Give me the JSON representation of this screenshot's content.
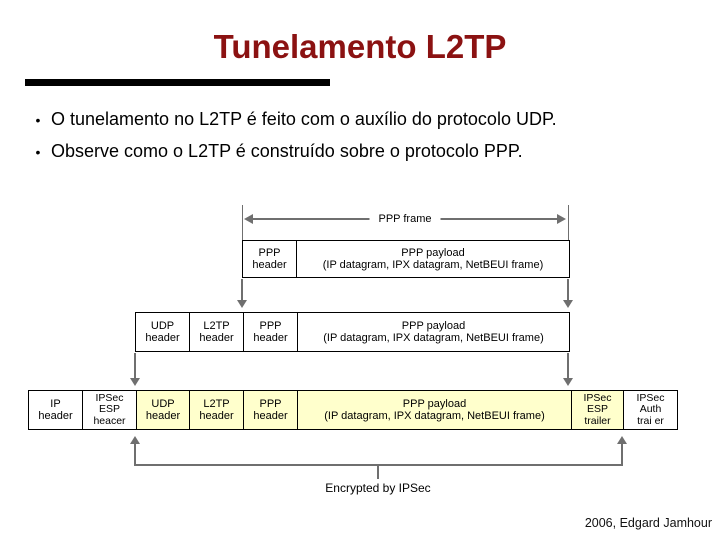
{
  "slide": {
    "title": "Tunelamento L2TP",
    "bullets": [
      "O tunelamento no L2TP é feito com o auxílio do protocolo UDP.",
      "Observe como o L2TP é construído sobre o protocolo PPP."
    ],
    "credit": "2006, Edgard Jamhour"
  },
  "diagram": {
    "frame_arrow_label": "PPP frame",
    "encrypted_label": "Encrypted by IPSec",
    "colors": {
      "title": "#8B1212",
      "highlight": "#FFFFCC",
      "arrow": "#6F6F6F",
      "box_border": "#000000"
    },
    "rows": {
      "ppp": {
        "cells": [
          {
            "lines": [
              "PPP",
              "header"
            ]
          },
          {
            "lines": [
              "PPP payload",
              "(IP datagram, IPX datagram, NetBEUI frame)"
            ]
          }
        ]
      },
      "l2tp": {
        "cells": [
          {
            "lines": [
              "UDP",
              "header"
            ]
          },
          {
            "lines": [
              "L2TP",
              "header"
            ]
          },
          {
            "lines": [
              "PPP",
              "header"
            ]
          },
          {
            "lines": [
              "PPP payload",
              "(IP datagram, IPX datagram, NetBEUI frame)"
            ]
          }
        ]
      },
      "ipsec": {
        "cells": [
          {
            "lines": [
              "IP",
              "header"
            ]
          },
          {
            "lines": [
              "IPSec",
              "ESP",
              "heacer"
            ]
          },
          {
            "lines": [
              "UDP",
              "header"
            ]
          },
          {
            "lines": [
              "L2TP",
              "header"
            ]
          },
          {
            "lines": [
              "PPP",
              "header"
            ]
          },
          {
            "lines": [
              "PPP payload",
              "(IP datagram, IPX datagram, NetBEUI frame)"
            ]
          },
          {
            "lines": [
              "IPSec",
              "ESP",
              "trailer"
            ]
          },
          {
            "lines": [
              "IPSec",
              "Auth",
              "trai er"
            ]
          }
        ]
      }
    }
  }
}
